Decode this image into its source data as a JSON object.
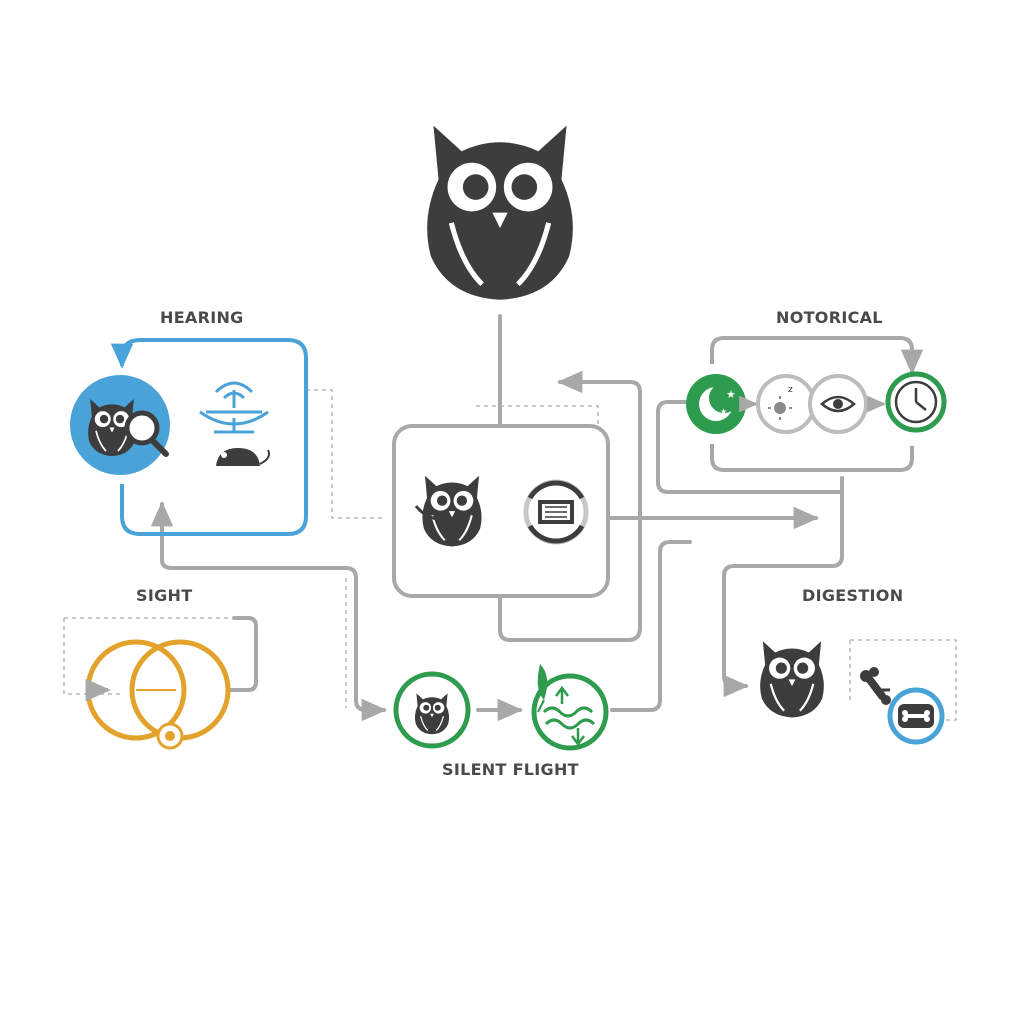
{
  "labels": {
    "hearing": "HEARING",
    "sight": "SIGHT",
    "notorical": "NOTORICAL",
    "digestion": "DIGESTION",
    "silent_flight": "SILENT FLIGHT"
  },
  "colors": {
    "dark": "#3d3d3d",
    "line": "#a8a8a8",
    "blue": "#4aa3d8",
    "green": "#2e9b4e",
    "gold": "#e2a22b",
    "label": "#4a4a4a"
  },
  "icons": [
    "owl-icon",
    "magnifier-icon",
    "sound-dish-icon",
    "mouse-icon",
    "moon-stars-icon",
    "sun-icon",
    "eye-icon",
    "clock-icon",
    "feather-icon",
    "bone-icon",
    "cycle-icon",
    "overlapping-circles-icon"
  ]
}
